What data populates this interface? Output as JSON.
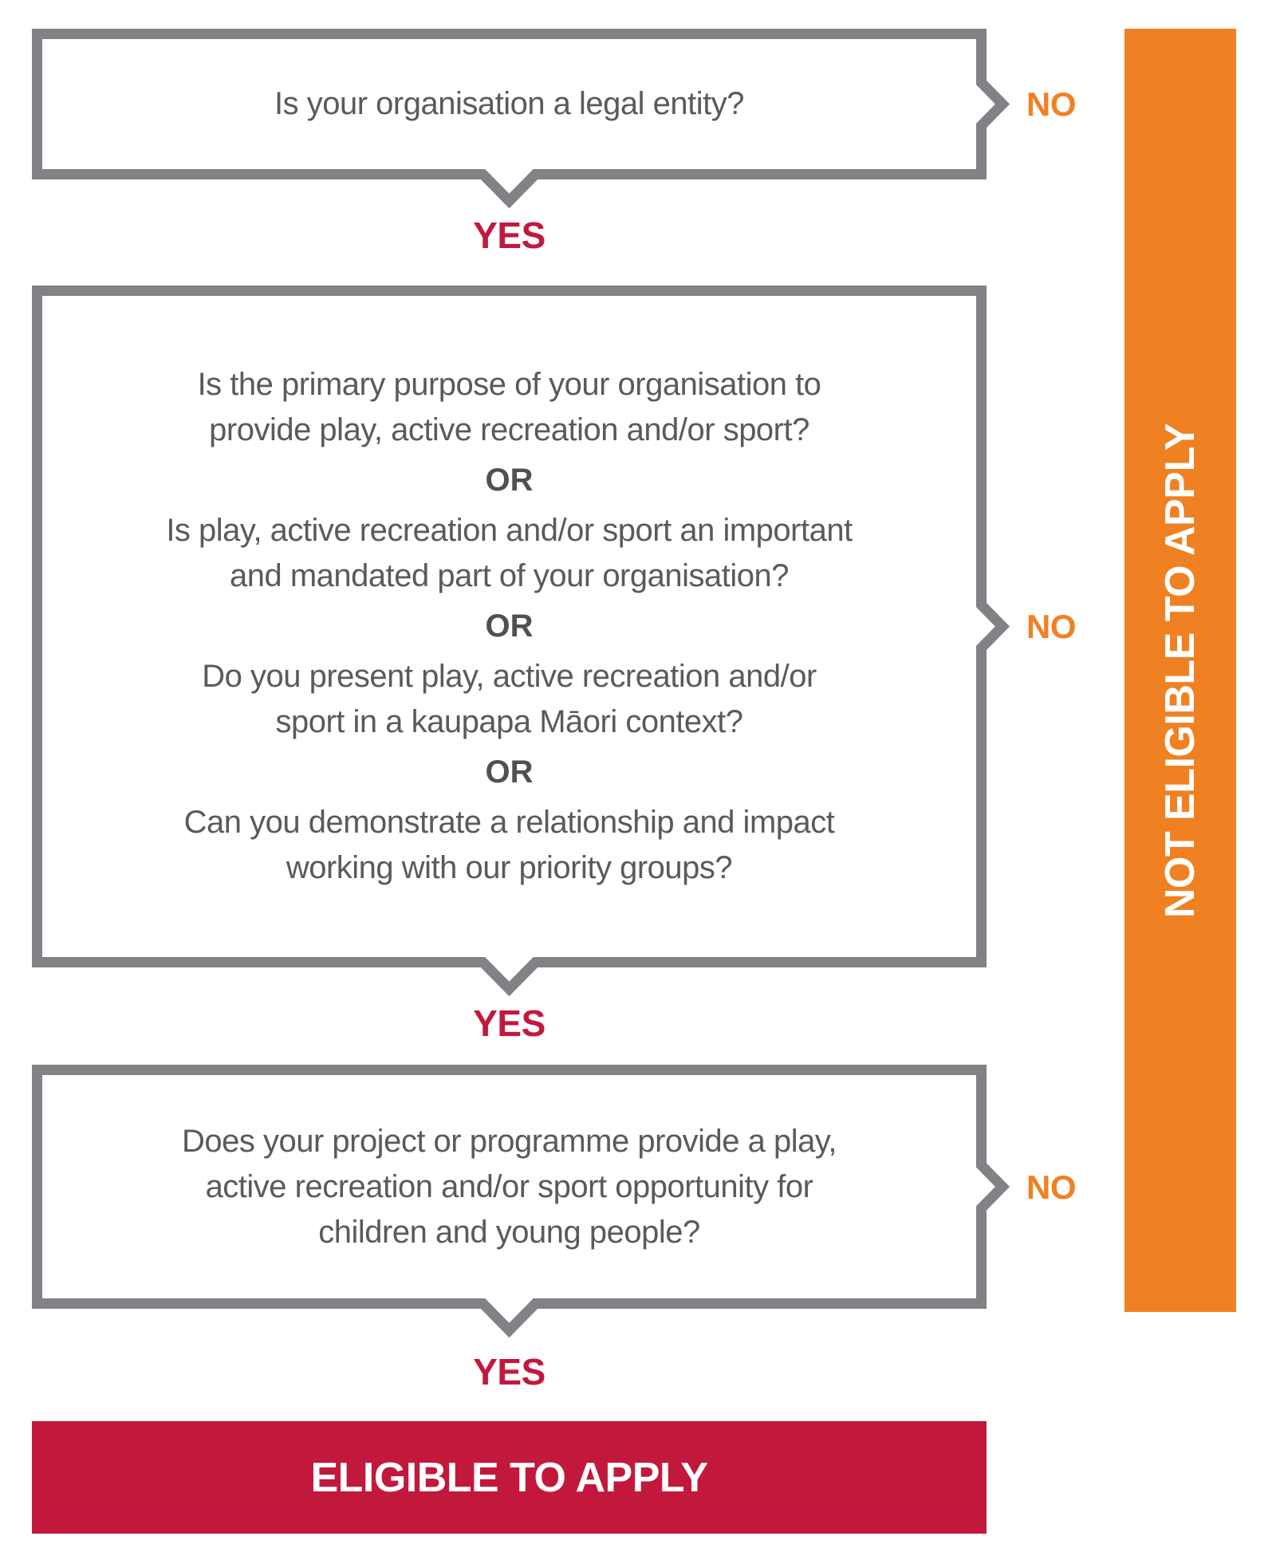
{
  "labels": {
    "yes": "YES",
    "no": "NO"
  },
  "outcomes": {
    "not_eligible": "NOT ELIGIBLE TO APPLY",
    "eligible": "ELIGIBLE TO APPLY"
  },
  "boxes": [
    {
      "name": "question-1",
      "lines": [
        "Is your organisation a legal entity?"
      ]
    },
    {
      "name": "question-2",
      "lines": [
        "Is the primary purpose of your organisation to",
        "provide play, active recreation and/or sport?",
        "OR",
        "Is play, active recreation and/or sport an important",
        "and mandated part of your organisation?",
        "OR",
        "Do you present play, active recreation and/or",
        "sport in a kaupapa Māori context?",
        "OR",
        "Can you demonstrate a relationship and impact",
        "working with our priority groups?"
      ]
    },
    {
      "name": "question-3",
      "lines": [
        "Does your project or programme provide a play,",
        "active recreation and/or sport opportunity for",
        "children and young people?"
      ]
    }
  ],
  "colors": {
    "orange": "#F08122",
    "crimson": "#C2183C",
    "box_border_gray": "#808285",
    "question_text_gray": "#595A5C",
    "or_text_gray": "#4F5052",
    "white": "#FFFFFF"
  }
}
